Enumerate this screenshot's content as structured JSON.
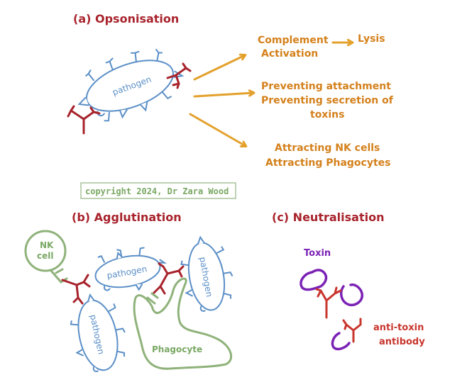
{
  "sections": {
    "opsonisation_title": "(a) Opsonisation",
    "agglutination_title": "(b) Agglutination",
    "neutralisation_title": "(c) Neutralisation"
  },
  "opsonisation": {
    "pathogen_label": "pathogen",
    "outcome_1_line1": "Complement",
    "outcome_1_line2": "Activation",
    "outcome_1_result": "Lysis",
    "outcome_2_line1": "Preventing attachment",
    "outcome_2_line2": "Preventing secretion of",
    "outcome_2_line3": "toxins",
    "outcome_3_line1": "Attracting NK cells",
    "outcome_3_line2": "Attracting Phagocytes"
  },
  "copyright": "copyright 2024, Dr Zara Wood",
  "agglutination": {
    "nk_line1": "NK",
    "nk_line2": "cell",
    "pathogen_a": "pathogen",
    "pathogen_b": "pathogen",
    "pathogen_c": "pathogen",
    "phagocyte": "Phagocyte"
  },
  "neutralisation": {
    "toxin_label": "Toxin",
    "antibody_line1": "anti-toxin",
    "antibody_line2": "antibody"
  },
  "colors": {
    "heading": "#a8232c",
    "outcome_text": "#d4811c",
    "arrow": "#e3a12c",
    "pathogen": "#5b8fc7",
    "antibody": "#a8232c",
    "cell": "#8fb27a",
    "toxin": "#7b22b5"
  }
}
